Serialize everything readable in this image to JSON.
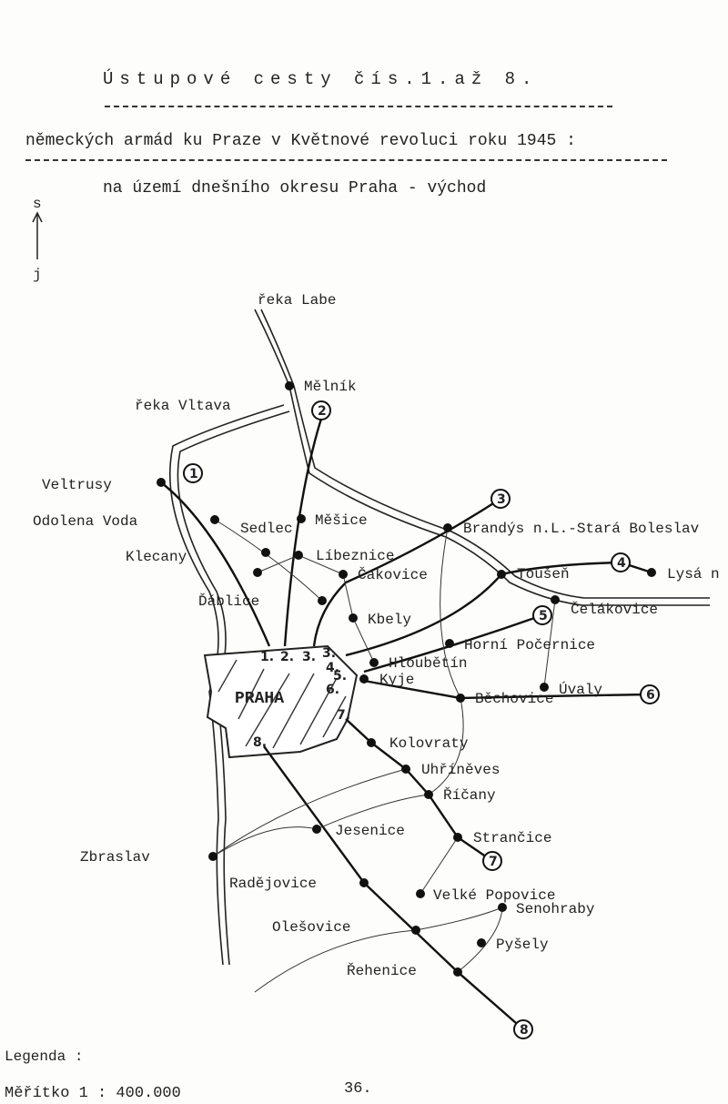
{
  "header": {
    "title": "Ústupové cesty čís.1.až 8.",
    "subtitle": "německých armád ku Praze v Květnové revoluci roku 1945  :",
    "region": "na území dnešního okresu Praha - východ"
  },
  "compass": {
    "north": "s",
    "south": "j"
  },
  "rivers": {
    "labe": "řeka Labe",
    "vltava": "řeka Vltava"
  },
  "city": "PRAHA",
  "routes": [
    "1",
    "2",
    "3",
    "4",
    "5",
    "6",
    "7",
    "8"
  ],
  "route_arrivals": [
    "1.",
    "2.",
    "3.",
    "3.",
    "4.",
    "5.",
    "6.",
    "7.",
    "8."
  ],
  "places": [
    "Mělník",
    "Veltrusy",
    "Odolena Voda",
    "Sedlec",
    "Měšice",
    "Klecany",
    "Líbeznice",
    "Čakovice",
    "Ďáblice",
    "Brandýs n.L.-Stará Boleslav",
    "Toušeň",
    "Lysá n",
    "Čelákovice",
    "Kbely",
    "Horní Počernice",
    "Hloubětín",
    "Kyje",
    "Úvaly",
    "Běchovice",
    "Kolovraty",
    "Uhříněves",
    "Říčany",
    "Jesenice",
    "Strančice",
    "Zbraslav",
    "Radějovice",
    "Velké Popovice",
    "Senohraby",
    "Olešovice",
    "Pyšely",
    "Řehenice"
  ],
  "footer": {
    "legend": "Legenda :",
    "scale": "Měřítko  1 : 400.000",
    "page": "36."
  }
}
